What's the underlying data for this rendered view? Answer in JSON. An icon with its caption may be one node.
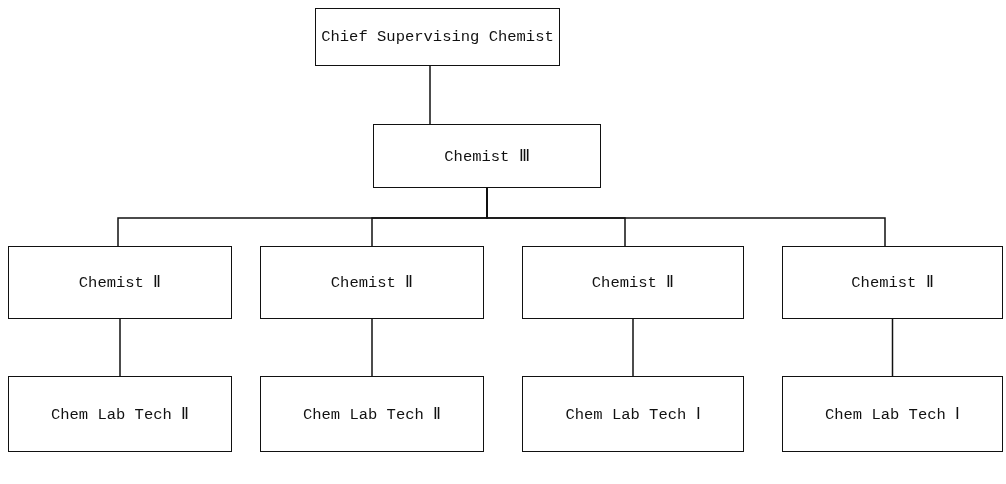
{
  "diagram": {
    "nodes": [
      {
        "text": [
          "Chief Supervising Chemist"
        ]
      },
      {
        "text": [
          "Chemist Ⅲ"
        ]
      },
      {
        "text": [
          "Chemist Ⅱ"
        ]
      },
      {
        "text": [
          "Chemist Ⅱ"
        ]
      },
      {
        "text": [
          "Chemist Ⅱ"
        ]
      },
      {
        "text": [
          "Chemist Ⅱ"
        ]
      },
      {
        "text": [
          "Chem Lab Tech Ⅱ"
        ]
      },
      {
        "text": [
          "Chem Lab Tech Ⅱ"
        ]
      },
      {
        "text": [
          "Chem Lab Tech Ⅰ"
        ]
      },
      {
        "text": [
          "Chem Lab Tech Ⅰ"
        ]
      }
    ],
    "edges": [
      {
        "from": 0,
        "to": 1,
        "arrow": "none"
      },
      {
        "from": 1,
        "to": 2,
        "arrow": "none"
      },
      {
        "from": 1,
        "to": 3,
        "arrow": "none"
      },
      {
        "from": 1,
        "to": 4,
        "arrow": "none"
      },
      {
        "from": 1,
        "to": 5,
        "arrow": "none"
      },
      {
        "from": 2,
        "to": 6,
        "arrow": "none"
      },
      {
        "from": 3,
        "to": 7,
        "arrow": "none"
      },
      {
        "from": 4,
        "to": 8,
        "arrow": "none"
      },
      {
        "from": 5,
        "to": 9,
        "arrow": "none"
      }
    ]
  }
}
